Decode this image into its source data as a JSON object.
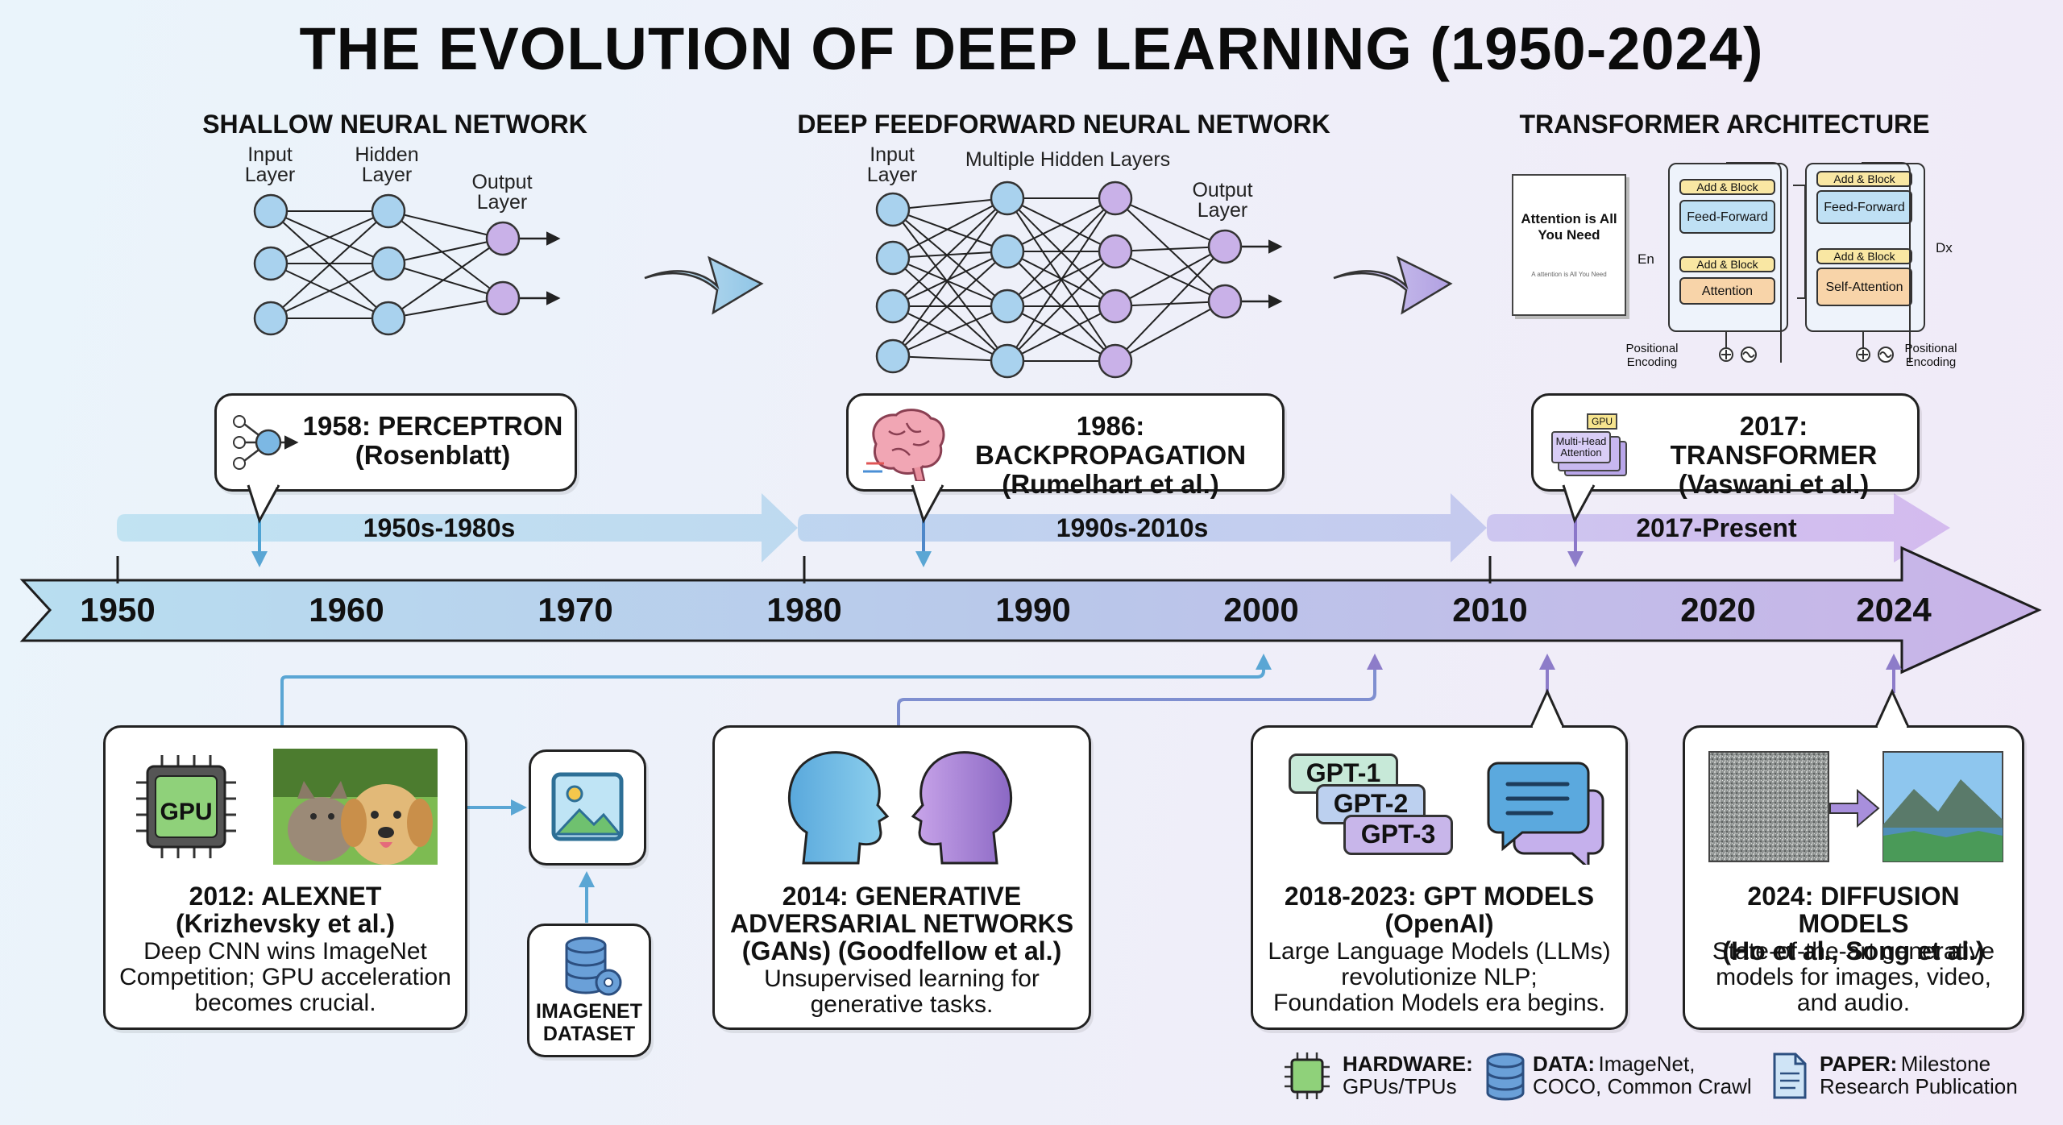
{
  "title": "THE EVOLUTION OF DEEP LEARNING (1950-2024)",
  "architectures": {
    "shallow": {
      "title": "SHALLOW NEURAL NETWORK",
      "input_label": "Input\nLayer",
      "hidden_label": "Hidden\nLayer",
      "output_label": "Output\nLayer"
    },
    "deep": {
      "title": "DEEP FEEDFORWARD NEURAL NETWORK",
      "input_label": "Input\nLayer",
      "hidden_label": "Multiple Hidden Layers",
      "output_label": "Output\nLayer"
    },
    "transformer": {
      "title": "TRANSFORMER ARCHITECTURE",
      "paper_title": "Attention is All You Need",
      "paper_sub": "A attention is All You Need",
      "encoder_label": "En",
      "decoder_label": "Dx",
      "enc_blocks": [
        "Add & Block",
        "Feed-Forward",
        "Add & Block",
        "Attention"
      ],
      "dec_blocks": [
        "Add & Block",
        "Feed-Forward",
        "Add & Block",
        "Self-Attention"
      ],
      "pos_enc_left": "Positional\nEncoding",
      "pos_enc_right": "Positional\nEncoding"
    }
  },
  "milestones_top": [
    {
      "text": "1958: PERCEPTRON\n(Rosenblatt)",
      "icon": "perceptron-icon"
    },
    {
      "text": "1986: BACKPROPAGATION\n(Rumelhart et al.)",
      "icon": "brain-icon"
    },
    {
      "text": "2017: TRANSFORMER\n(Vaswani et al.)",
      "icon": "multi-head-attention-icon",
      "icon_gpu": "GPU",
      "icon_mha": "Multi-Head\nAttention"
    }
  ],
  "eras": [
    "1950s-1980s",
    "1990s-2010s",
    "2017-Present"
  ],
  "timeline": {
    "years": [
      "1950",
      "1960",
      "1970",
      "1980",
      "1990",
      "2000",
      "2010",
      "2020",
      "2024"
    ],
    "colors": {
      "start": "#b8def0",
      "mid": "#b9c8ea",
      "end": "#c9b3e8"
    }
  },
  "cards": {
    "alexnet": {
      "gpu_chip": "GPU",
      "heading": "2012: ALEXNET\n(Krizhevsky et al.)",
      "body": "Deep CNN wins ImageNet\nCompetition; GPU acceleration\nbecomes crucial."
    },
    "imagenet": {
      "label": "IMAGENET\nDATASET"
    },
    "gans": {
      "heading": "2014: GENERATIVE\nADVERSARIAL NETWORKS\n(GANs) (Goodfellow et al.)",
      "body": "Unsupervised learning for\ngenerative tasks."
    },
    "gpt": {
      "gpt_labels": [
        "GPT-1",
        "GPT-2",
        "GPT-3"
      ],
      "heading": "2018-2023: GPT MODELS\n(OpenAI)",
      "body": "Large Language Models (LLMs)\nrevolutionize NLP;\nFoundation Models era begins."
    },
    "diffusion": {
      "heading": "2024: DIFFUSION MODELS\n(Ho et al., Song et al.)",
      "body": "State-of-the-art generative\nmodels for images, video,\nand audio."
    }
  },
  "legend": [
    {
      "icon": "chip-icon",
      "label": "HARDWARE:",
      "desc": "GPUs/TPUs"
    },
    {
      "icon": "database-icon",
      "label": "DATA:",
      "desc": "ImageNet,\nCOCO, Common Crawl"
    },
    {
      "icon": "document-icon",
      "label": "PAPER:",
      "desc": "Milestone\nResearch Publication"
    }
  ]
}
